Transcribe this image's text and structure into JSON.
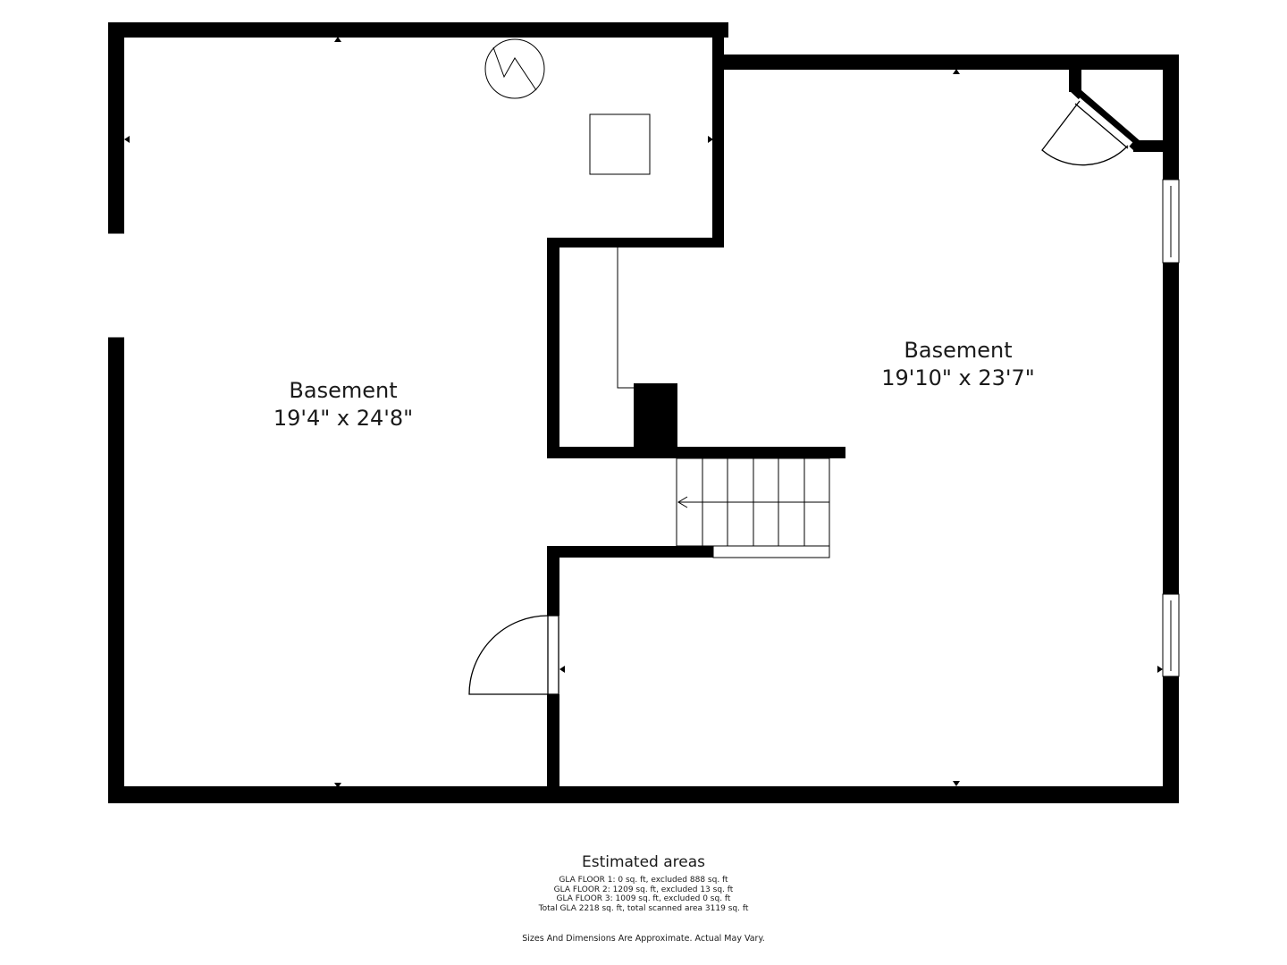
{
  "rooms": [
    {
      "name": "Basement",
      "dimensions": "19'4\" x 24'8\""
    },
    {
      "name": "Basement",
      "dimensions": "19'10\" x 23'7\""
    }
  ],
  "estimated_areas": {
    "title": "Estimated areas",
    "lines": [
      "GLA FLOOR 1: 0 sq. ft, excluded 888 sq. ft",
      "GLA FLOOR 2: 1209 sq. ft, excluded 13 sq. ft",
      "GLA FLOOR 3: 1009 sq. ft, excluded 0 sq. ft",
      "Total GLA 2218 sq. ft, total scanned area 3119 sq. ft"
    ]
  },
  "disclaimer": "Sizes And Dimensions Are Approximate. Actual May Vary.",
  "colors": {
    "wall": "#000000",
    "background": "#ffffff"
  }
}
